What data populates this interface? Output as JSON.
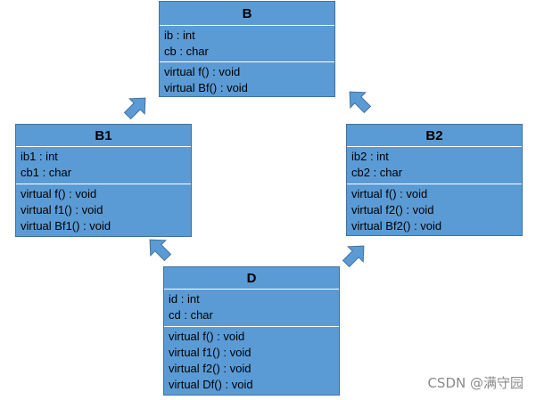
{
  "classes": {
    "B": {
      "name": "B",
      "attributes": [
        "ib : int",
        "cb : char"
      ],
      "methods": [
        "virtual f() : void",
        "virtual Bf() : void"
      ]
    },
    "B1": {
      "name": "B1",
      "attributes": [
        "ib1 : int",
        "cb1 : char"
      ],
      "methods": [
        "virtual f() : void",
        "virtual f1() : void",
        "virtual Bf1() : void"
      ]
    },
    "B2": {
      "name": "B2",
      "attributes": [
        "ib2 : int",
        "cb2 : char"
      ],
      "methods": [
        "virtual f() : void",
        "virtual f2() : void",
        "virtual Bf2() : void"
      ]
    },
    "D": {
      "name": "D",
      "attributes": [
        "id : int",
        "cd : char"
      ],
      "methods": [
        "virtual f() : void",
        "virtual f1() : void",
        "virtual f2() : void",
        "virtual Df() : void"
      ]
    }
  },
  "relations": [
    {
      "from": "B1",
      "to": "B"
    },
    {
      "from": "B2",
      "to": "B"
    },
    {
      "from": "D",
      "to": "B1"
    },
    {
      "from": "D",
      "to": "B2"
    }
  ],
  "colors": {
    "box_fill": "#5b9bd5",
    "box_border": "#41719c",
    "arrow_fill": "#5b9bd5"
  },
  "watermark": "CSDN @满守园"
}
